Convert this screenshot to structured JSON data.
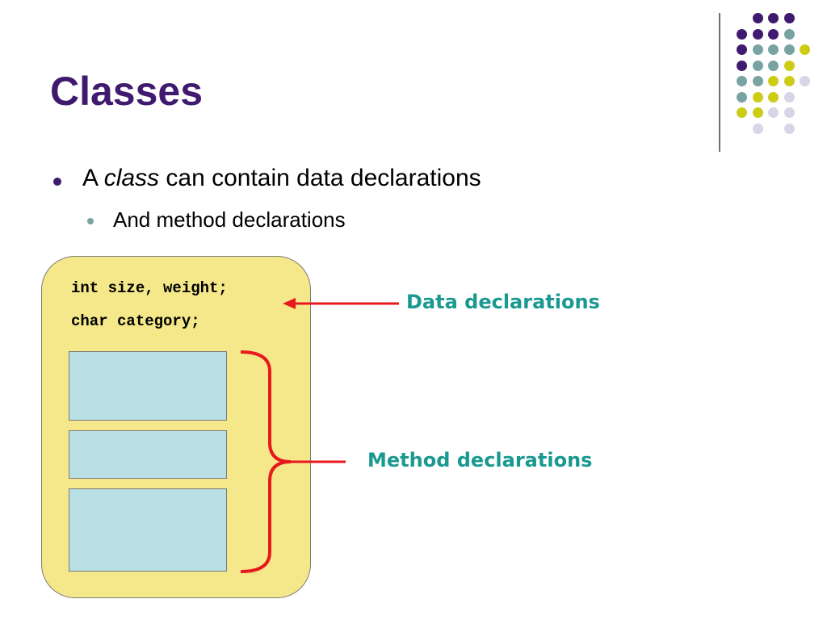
{
  "slide": {
    "title": "Classes",
    "bullet_prefix": "A ",
    "bullet_italic": "class",
    "bullet_suffix": " can contain data declarations",
    "sub_bullet": "And method declarations"
  },
  "diagram": {
    "code_lines": [
      "int size, weight;",
      "char category;"
    ],
    "method_box_count": 3,
    "labels": {
      "data": "Data declarations",
      "method": "Method declarations"
    }
  },
  "colors": {
    "title": "#3f1a6e",
    "class_box_fill": "#f5e88a",
    "method_box_fill": "#b8dfe3",
    "arrow": "#e8191e",
    "label": "#1a9990",
    "dot_purple": "#3f1a6e",
    "dot_teal": "#79a3a1",
    "dot_yellow": "#cccc17",
    "dot_lavender": "#d6d6e8"
  }
}
